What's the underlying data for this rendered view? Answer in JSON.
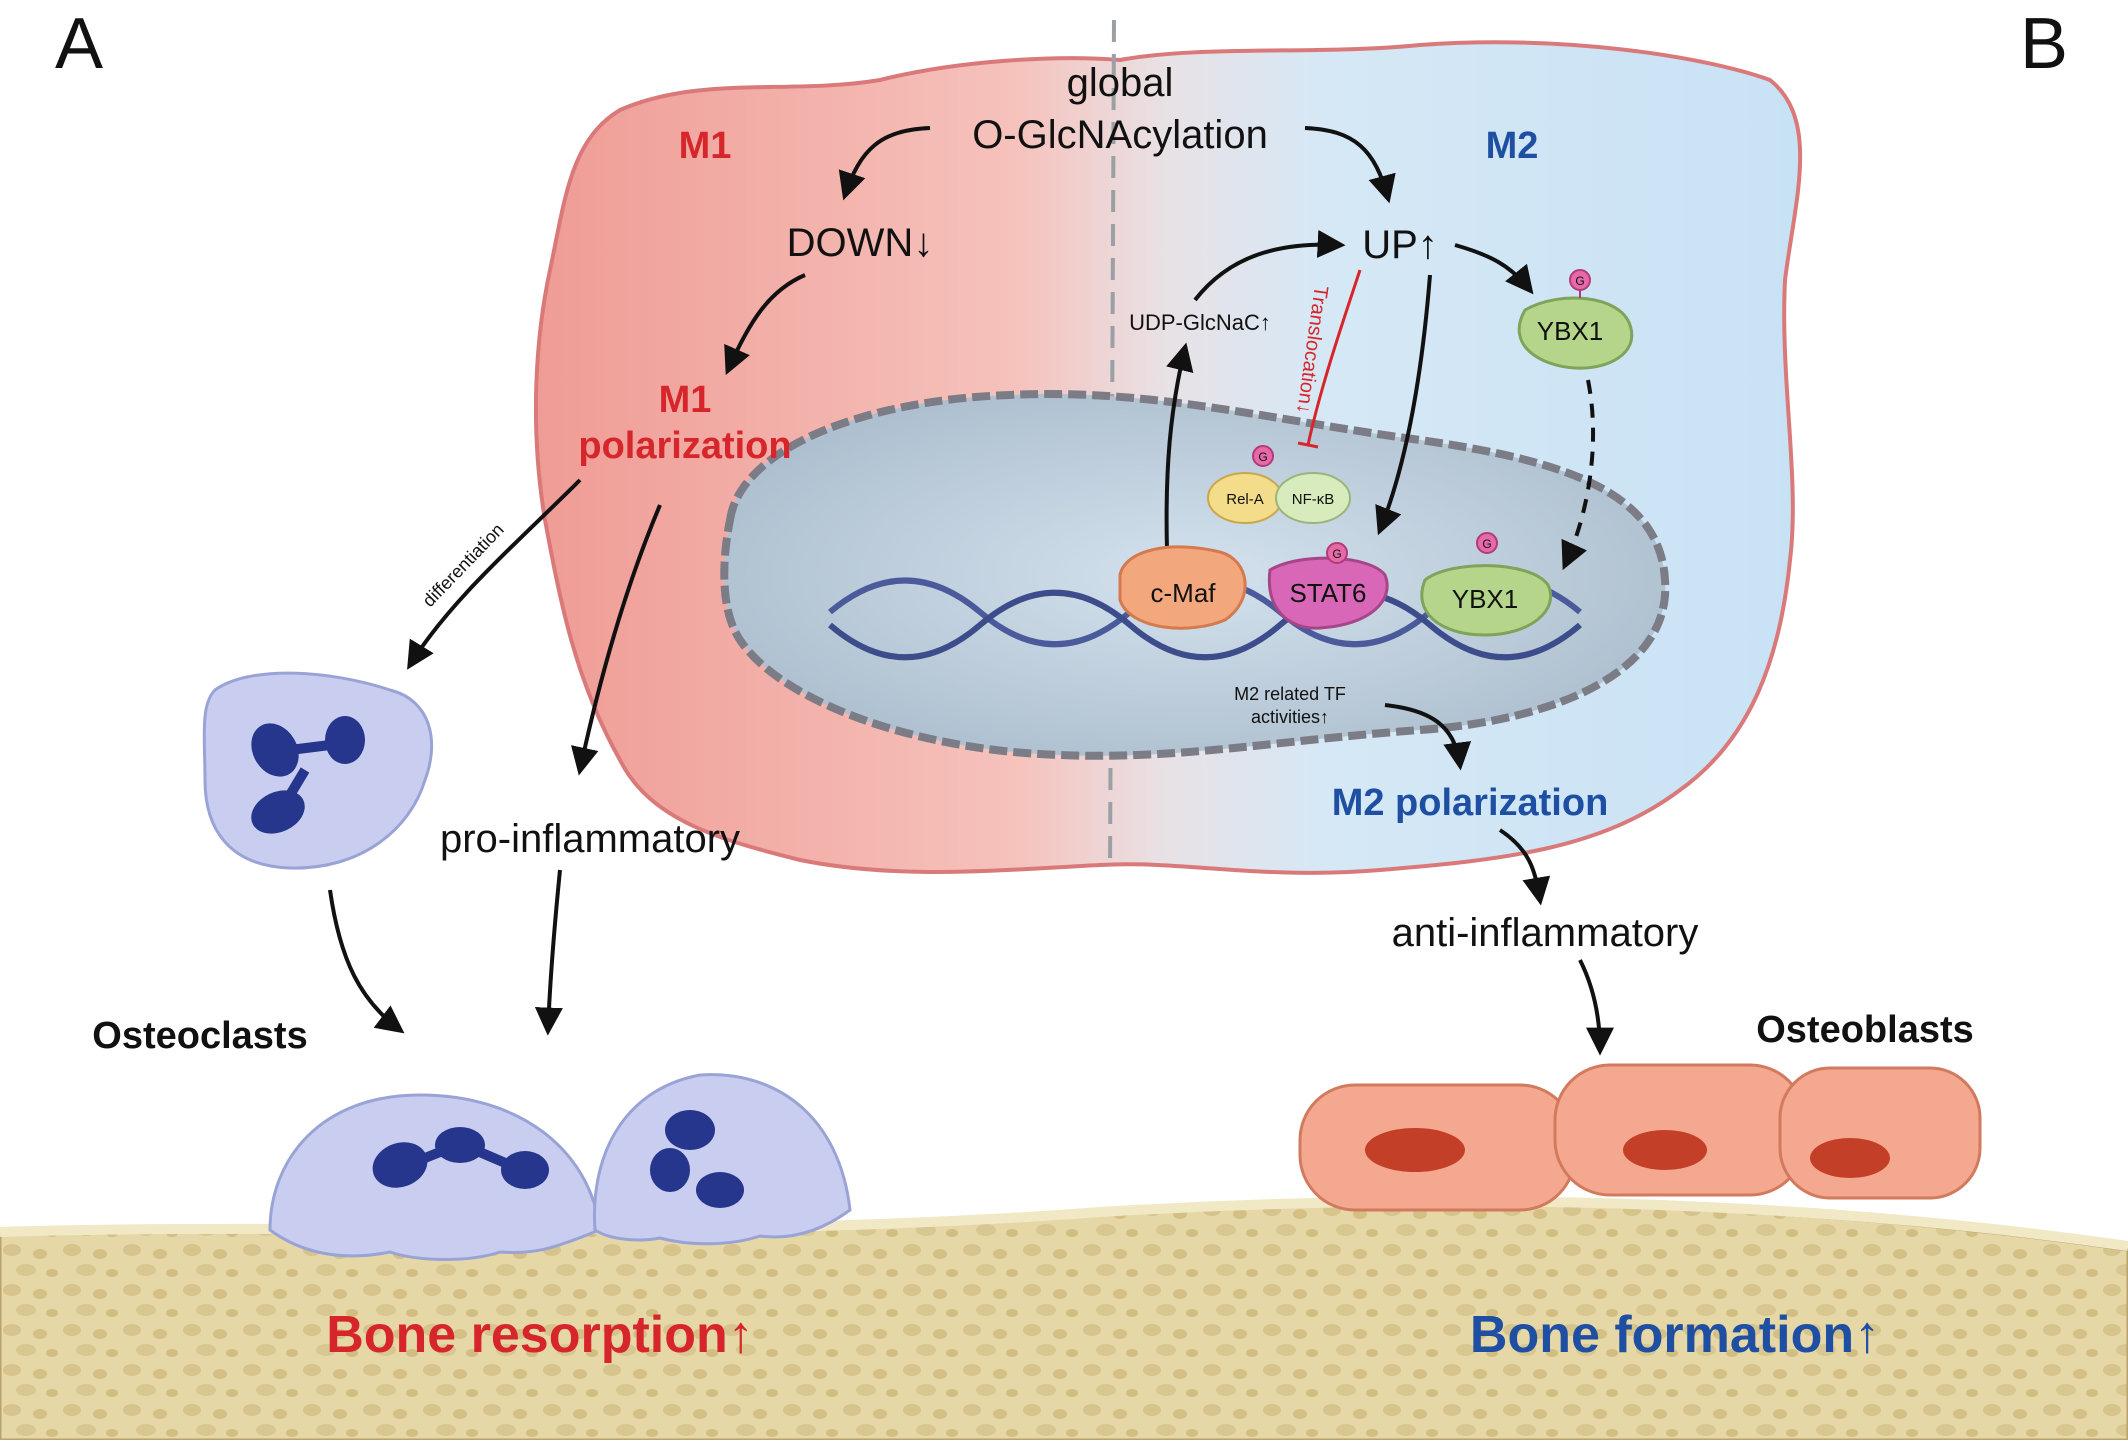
{
  "panels": {
    "left": "A",
    "right": "B"
  },
  "top": {
    "line1": "global",
    "line2": "O-GlcNAcylation"
  },
  "m1": {
    "label": "M1",
    "down": "DOWN↓",
    "polar_line1": "M1",
    "polar_line2": "polarization",
    "differentiation": "differentiation",
    "pro": "pro-inflammatory"
  },
  "m2": {
    "label": "M2",
    "up": "UP↑",
    "udp": "UDP-GlcNaC↑",
    "translocation": "Translocation↓",
    "tf_line1": "M2 related TF",
    "tf_line2": "activities↑",
    "polar": "M2 polarization",
    "anti": "anti-inflammatory"
  },
  "proteins": {
    "ybx1_cyto": "YBX1",
    "ybx1_nuc": "YBX1",
    "rela": "Rel-A",
    "nfkb": "NF-κB",
    "cmaf": "c-Maf",
    "stat6": "STAT6",
    "glyco": "G"
  },
  "cells": {
    "osteoclasts": "Osteoclasts",
    "osteoblasts": "Osteoblasts"
  },
  "outcomes": {
    "resorption": "Bone resorption↑",
    "formation": "Bone formation↑"
  },
  "colors": {
    "red": "#d6262b",
    "blue": "#1f4fa3",
    "m1_fill": "#f1a59e",
    "m2_fill": "#cfe6f6",
    "bone": "#e5d6a3"
  }
}
